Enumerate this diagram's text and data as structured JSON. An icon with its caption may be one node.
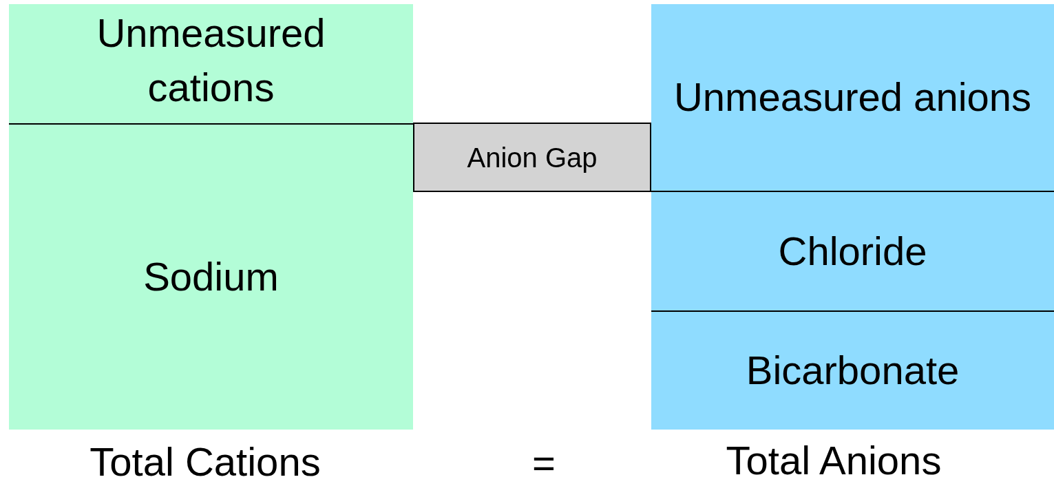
{
  "diagram": {
    "nodes": [
      {
        "text": [
          "Unmeasured cations"
        ]
      },
      {
        "text": [
          "Sodium"
        ]
      },
      {
        "text": [
          "Anion Gap"
        ]
      },
      {
        "text": [
          "Unmeasured anions"
        ]
      },
      {
        "text": [
          "Chloride"
        ]
      },
      {
        "text": [
          "Bicarbonate"
        ]
      }
    ],
    "labels": [
      "Total Cations",
      "=",
      "Total Anions"
    ]
  }
}
